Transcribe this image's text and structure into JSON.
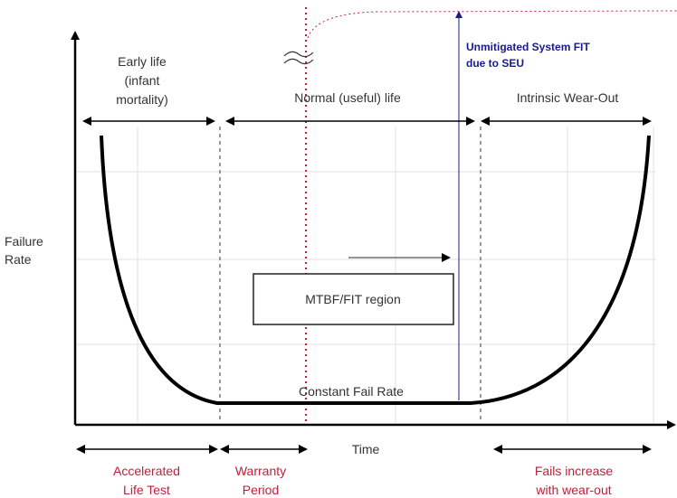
{
  "diagram": {
    "title": "Bathtub curve",
    "y_axis_label": [
      "Failure",
      "Rate"
    ],
    "x_axis_label": "Time",
    "phases_top": [
      {
        "label_lines": [
          "Early life",
          "(infant",
          "mortality)"
        ]
      },
      {
        "label_lines": [
          "Normal (useful) life"
        ]
      },
      {
        "label_lines": [
          "Intrinsic Wear-Out"
        ]
      }
    ],
    "seu_label": [
      "Unmitigated System FIT",
      "due to SEU"
    ],
    "box_label": "MTBF/FIT region",
    "constant_label": "Constant Fail Rate",
    "phases_bottom": [
      {
        "label_lines": [
          "Accelerated",
          "Life Test"
        ]
      },
      {
        "label_lines": [
          "Warranty",
          "Period"
        ]
      },
      {
        "label_lines": [
          "Fails increase",
          "with wear-out"
        ]
      }
    ],
    "colors": {
      "red": "#c0203a",
      "blue": "#1a1a8c",
      "curve": "#000000",
      "grid": "#e0e0e0"
    }
  }
}
